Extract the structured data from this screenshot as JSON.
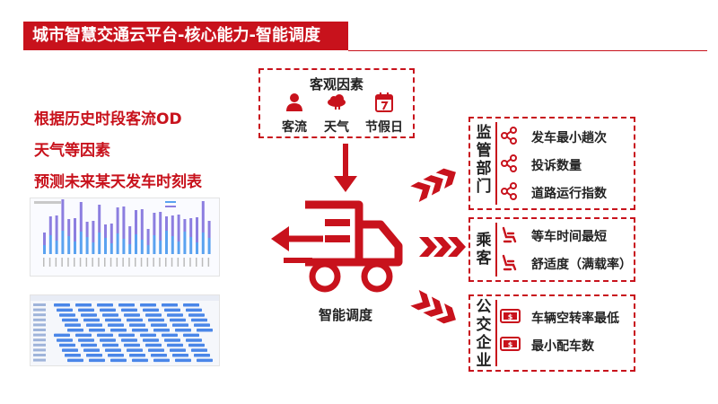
{
  "header": {
    "title": "城市智慧交通云平台-核心能力-智能调度"
  },
  "left_text": {
    "line1": "根据历史时段客流OD",
    "line2": "天气等因素",
    "line3": "预测未来某天发车时刻表"
  },
  "factors": {
    "title": "客观因素",
    "items": [
      {
        "label": "客流",
        "icon": "person-icon"
      },
      {
        "label": "天气",
        "icon": "cloud-icon"
      },
      {
        "label": "节假日",
        "icon": "calendar-icon"
      }
    ]
  },
  "center": {
    "label": "智能调度"
  },
  "panels": {
    "supervision": {
      "label": "监管部门",
      "items": [
        "发车最小趟次",
        "投诉数量",
        "道路运行指数"
      ]
    },
    "passenger": {
      "label": "乘客",
      "items": [
        "等车时间最短",
        "舒适度（满载率）"
      ]
    },
    "company": {
      "label": "公交企业",
      "items": [
        "车辆空转率最低",
        "最小配车数"
      ]
    }
  },
  "colors": {
    "accent": "#c8121c",
    "bar_purple": "#8c7ee0",
    "bar_blue": "#5aa2f0"
  }
}
